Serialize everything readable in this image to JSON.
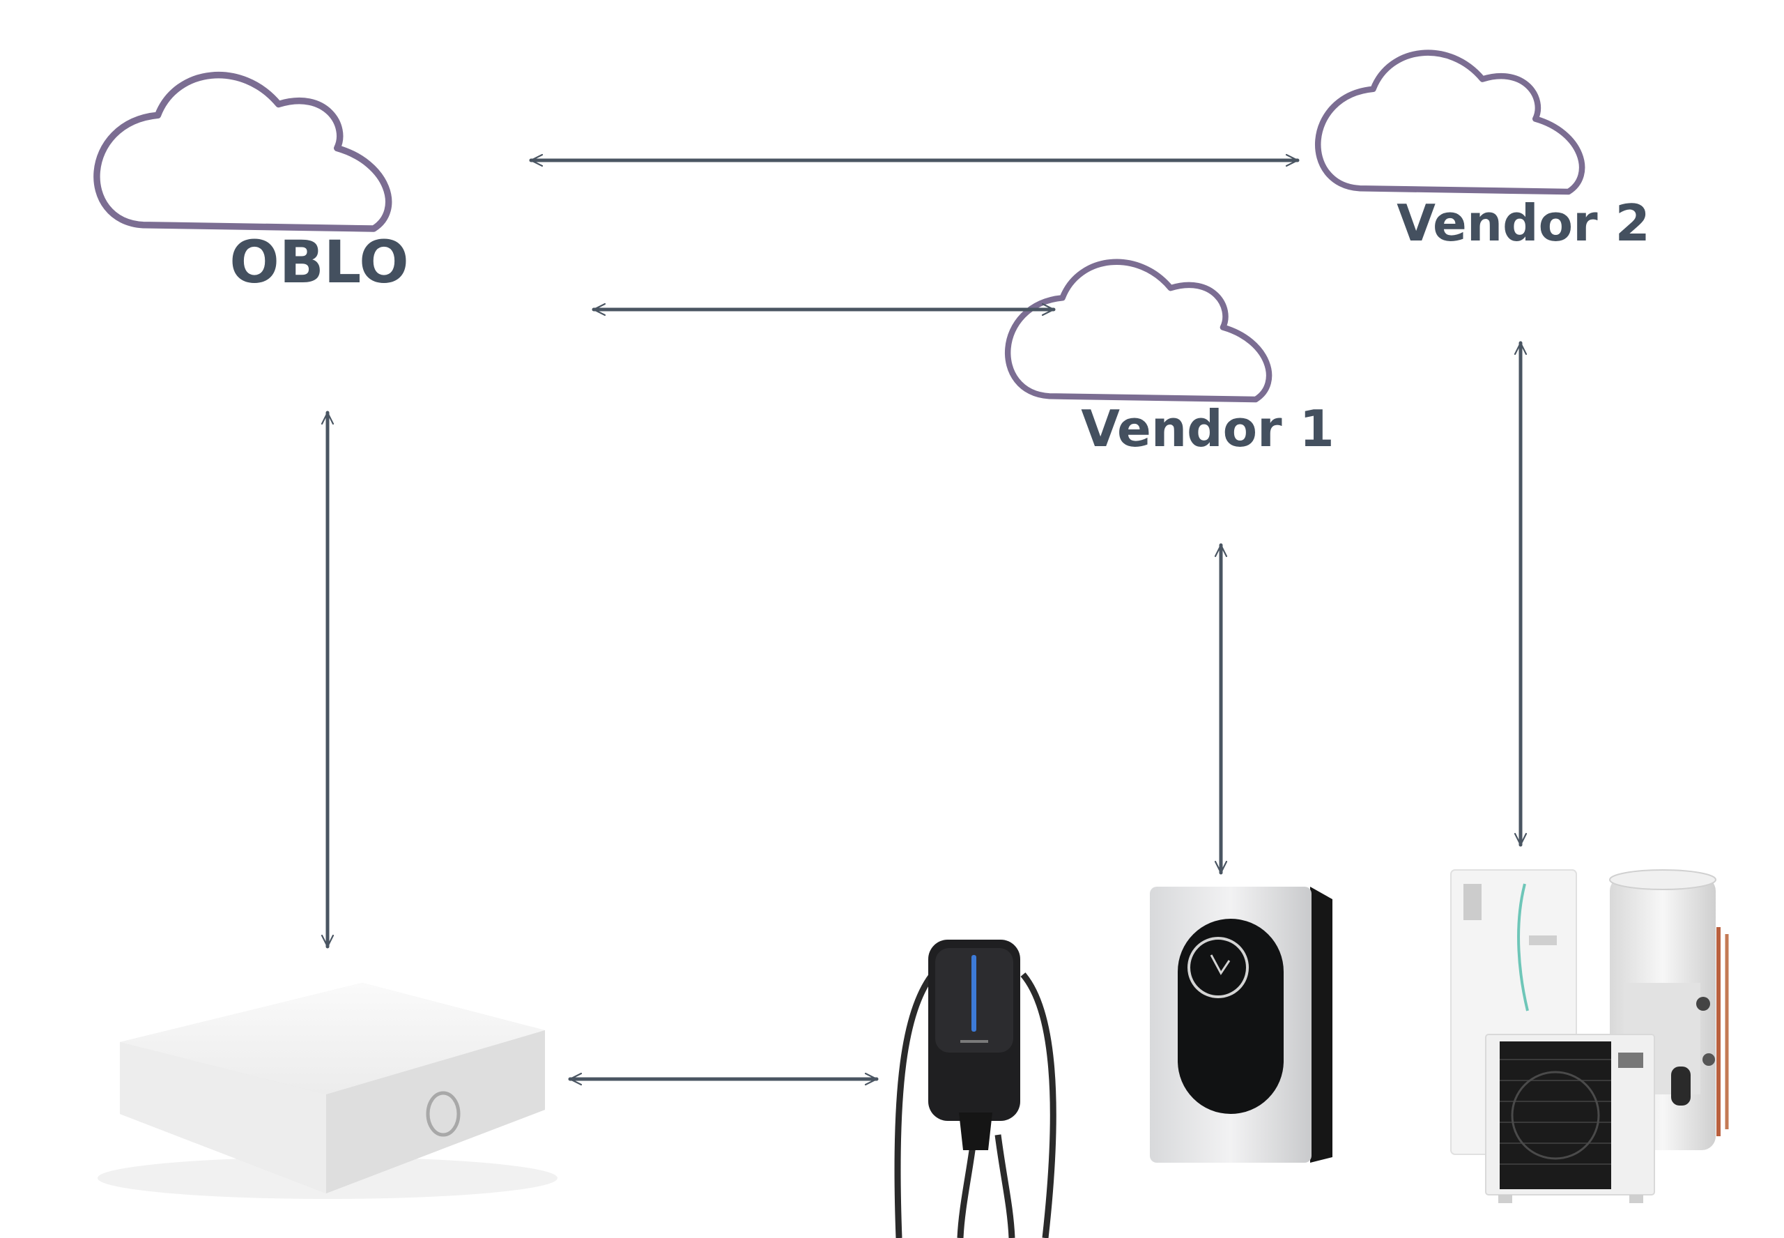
{
  "clouds": {
    "oblo": "OBLO",
    "vendor1": "Vendor 1",
    "vendor2": "Vendor 2"
  },
  "devices": [
    {
      "name": "hub-icon",
      "kind": "gateway hub"
    },
    {
      "name": "ev-charger-icon",
      "kind": "ev charger"
    },
    {
      "name": "wall-unit-icon",
      "kind": "wall unit"
    },
    {
      "name": "heat-pump-system-icon",
      "kind": "heat pump system"
    }
  ],
  "colors": {
    "cloud_outline": "#7b6d92",
    "arrow": "#4a5562",
    "label": "#44505f"
  }
}
